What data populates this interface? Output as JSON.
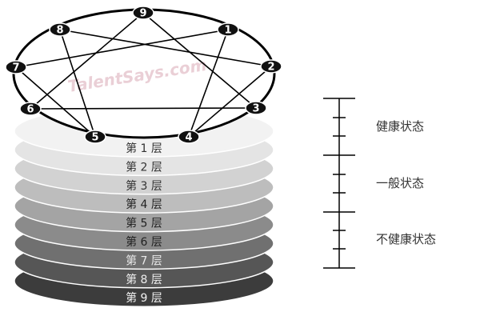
{
  "watermark": "TalentSays.com",
  "nodes": [
    "9",
    "1",
    "2",
    "3",
    "4",
    "5",
    "6",
    "7",
    "8"
  ],
  "layers": [
    {
      "label": "第 1 层",
      "fill": "#f2f2f2",
      "text_color": "#333333"
    },
    {
      "label": "第 2 层",
      "fill": "#e4e4e4",
      "text_color": "#333333"
    },
    {
      "label": "第 3 层",
      "fill": "#d2d2d2",
      "text_color": "#333333"
    },
    {
      "label": "第 4 层",
      "fill": "#bdbdbd",
      "text_color": "#222222"
    },
    {
      "label": "第 5 层",
      "fill": "#a4a4a4",
      "text_color": "#222222"
    },
    {
      "label": "第 6 层",
      "fill": "#8b8b8b",
      "text_color": "#222222"
    },
    {
      "label": "第 7 层",
      "fill": "#707070",
      "text_color": "#e8e8e8"
    },
    {
      "label": "第 8 层",
      "fill": "#565656",
      "text_color": "#eeeeee"
    },
    {
      "label": "第 9 层",
      "fill": "#3c3c3c",
      "text_color": "#f2f2f2"
    }
  ],
  "scale": {
    "labels": [
      "健康状态",
      "一般状态",
      "不健康状态"
    ]
  },
  "colors": {
    "outline": "#000000",
    "node_fill": "#111111",
    "top_face": "#ffffff"
  }
}
